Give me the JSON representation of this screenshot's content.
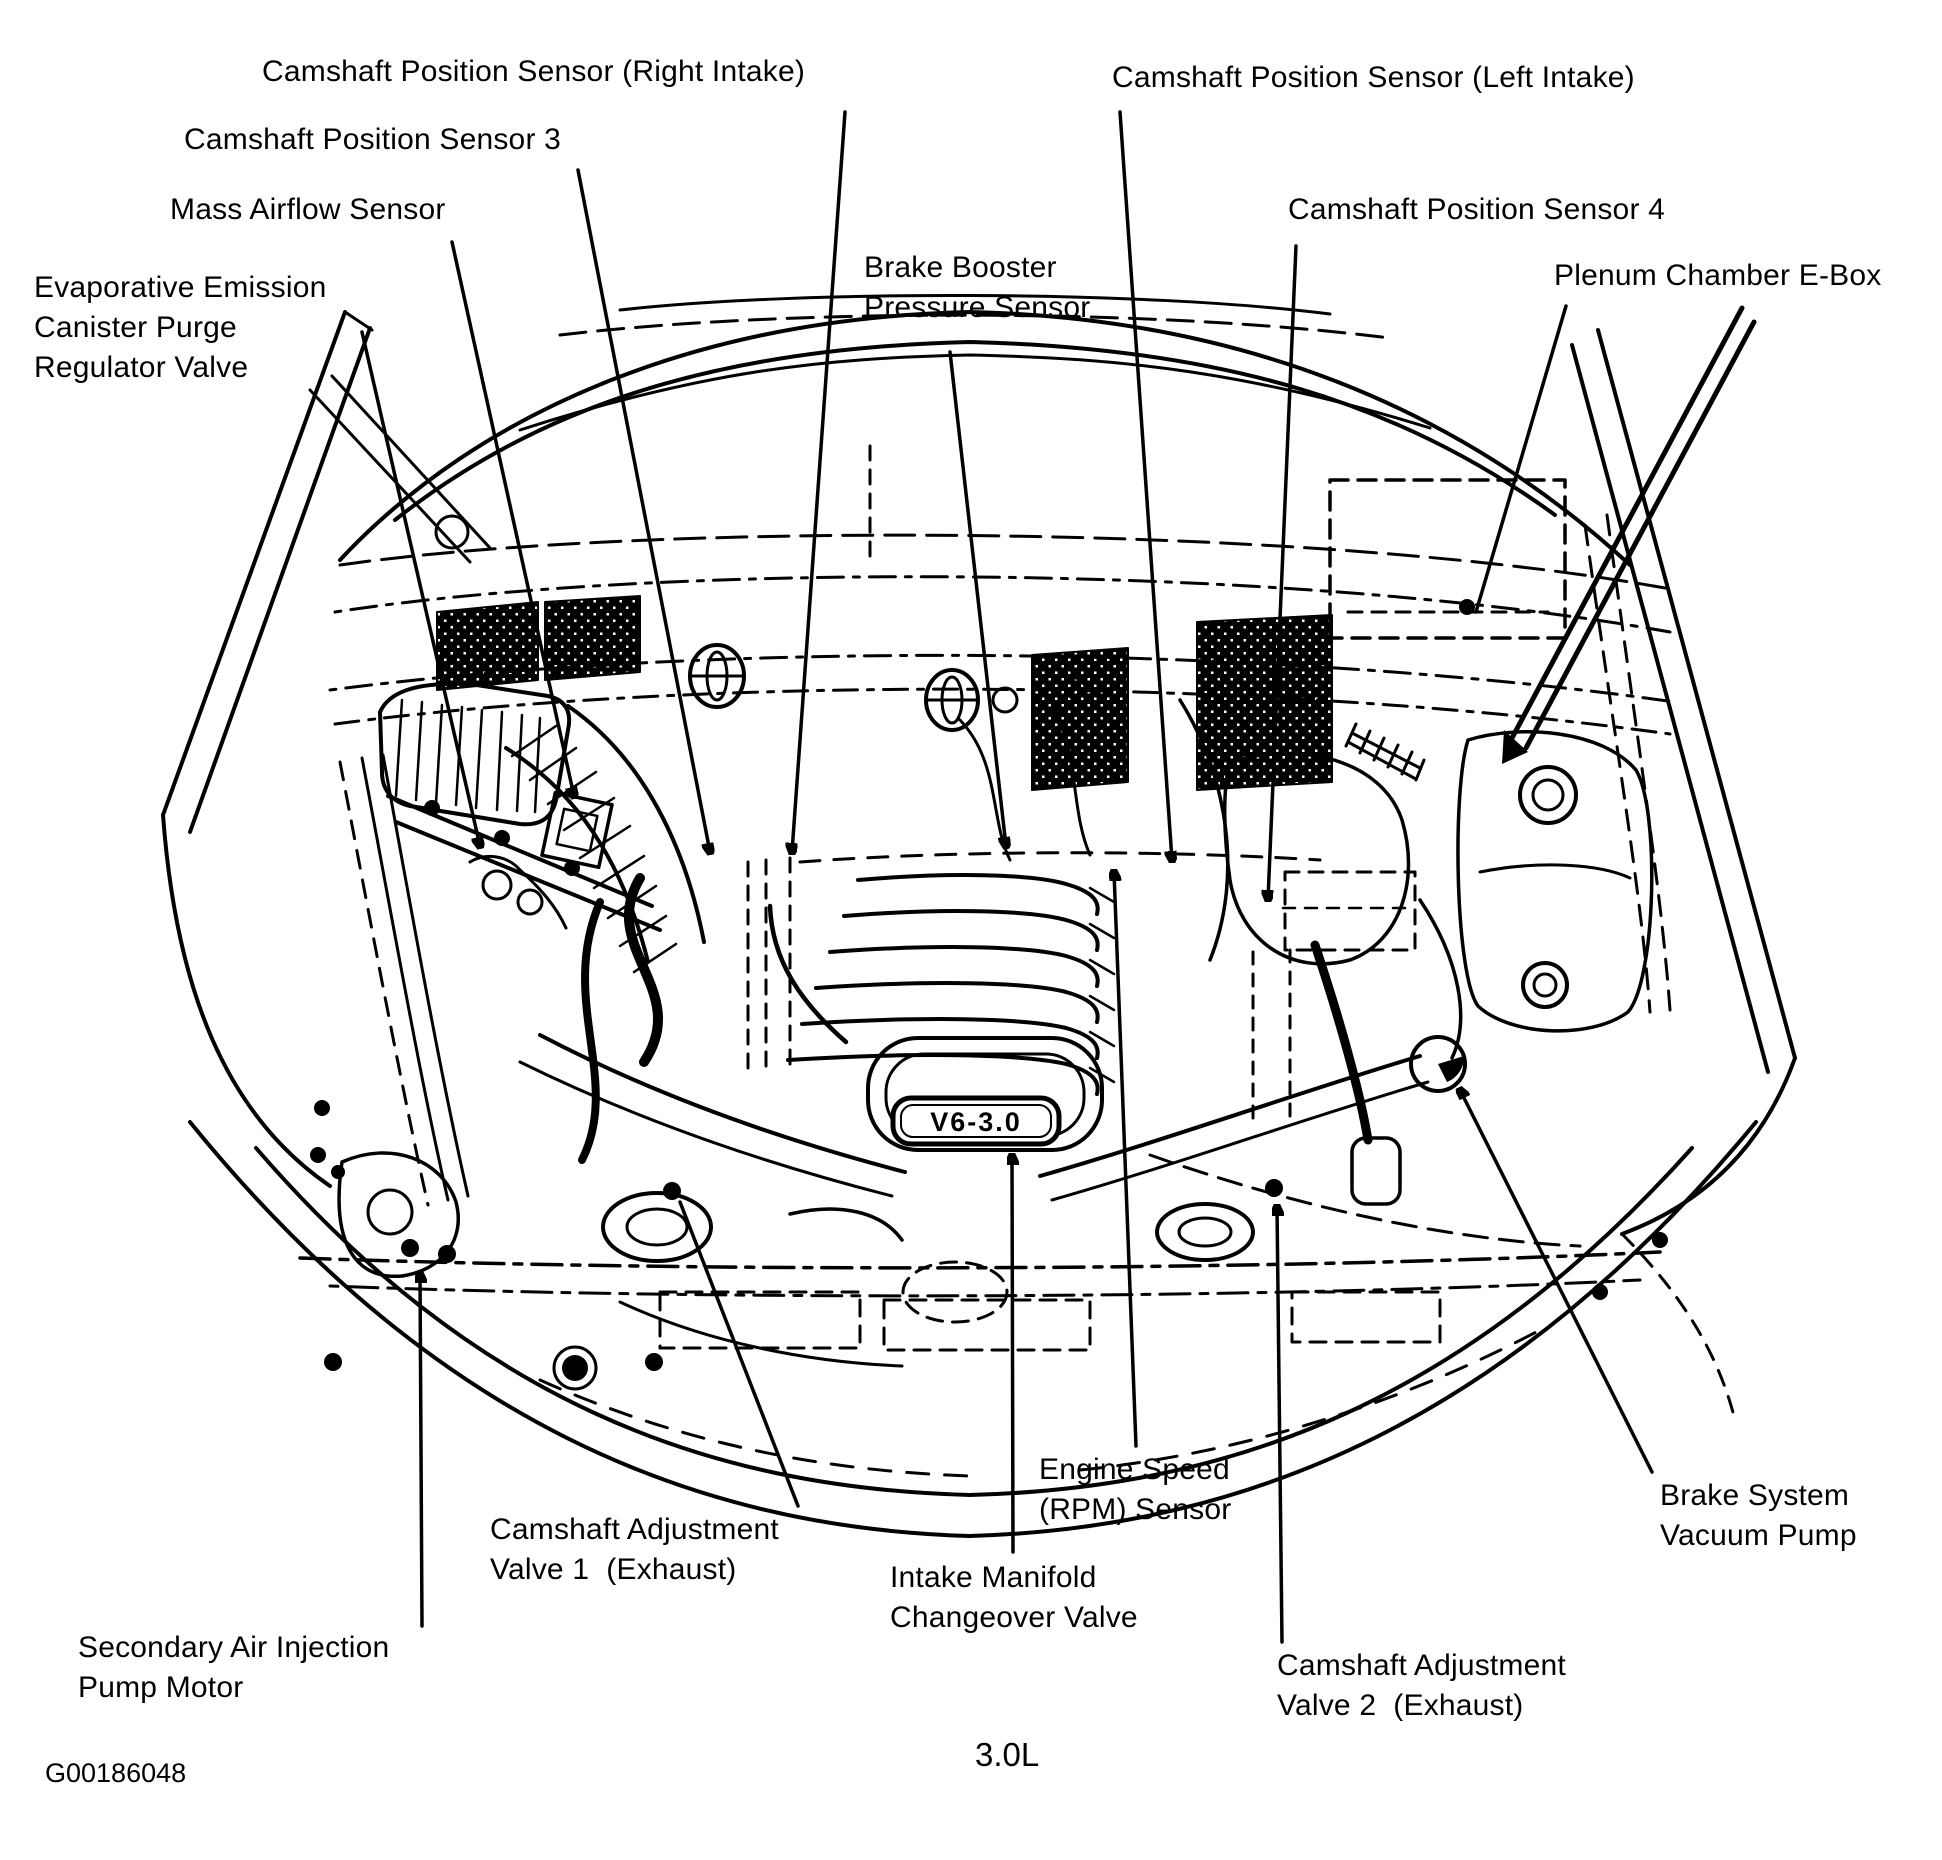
{
  "figure": {
    "title_caption": "3.0L",
    "figure_code": "G00186048",
    "engine_badge": "V6-3.0",
    "colors": {
      "ink": "#000000",
      "paper": "#ffffff"
    },
    "style": "black-and-white service manual line art, engine compartment top view"
  },
  "labels": {
    "camshaft_position_sensor_right_intake": "Camshaft Position Sensor (Right Intake)",
    "camshaft_position_sensor_3": "Camshaft Position Sensor 3",
    "mass_airflow_sensor": "Mass Airflow Sensor",
    "evaporative_emission_canister_purge_regulator_valve": "Evaporative Emission\nCanister Purge\nRegulator Valve",
    "brake_booster_pressure_sensor": "Brake Booster\nPressure Sensor",
    "camshaft_position_sensor_left_intake": "Camshaft Position Sensor (Left Intake)",
    "camshaft_position_sensor_4": "Camshaft Position Sensor 4",
    "plenum_chamber_e_box": "Plenum Chamber E-Box",
    "secondary_air_injection_pump_motor": "Secondary Air Injection\nPump Motor",
    "camshaft_adjustment_valve_1_exhaust": "Camshaft Adjustment\nValve 1  (Exhaust)",
    "intake_manifold_changeover_valve": "Intake Manifold\nChangeover Valve",
    "engine_speed_rpm_sensor": "Engine Speed\n(RPM) Sensor",
    "camshaft_adjustment_valve_2_exhaust": "Camshaft Adjustment\nValve 2  (Exhaust)",
    "brake_system_vacuum_pump": "Brake System\nVacuum Pump"
  }
}
